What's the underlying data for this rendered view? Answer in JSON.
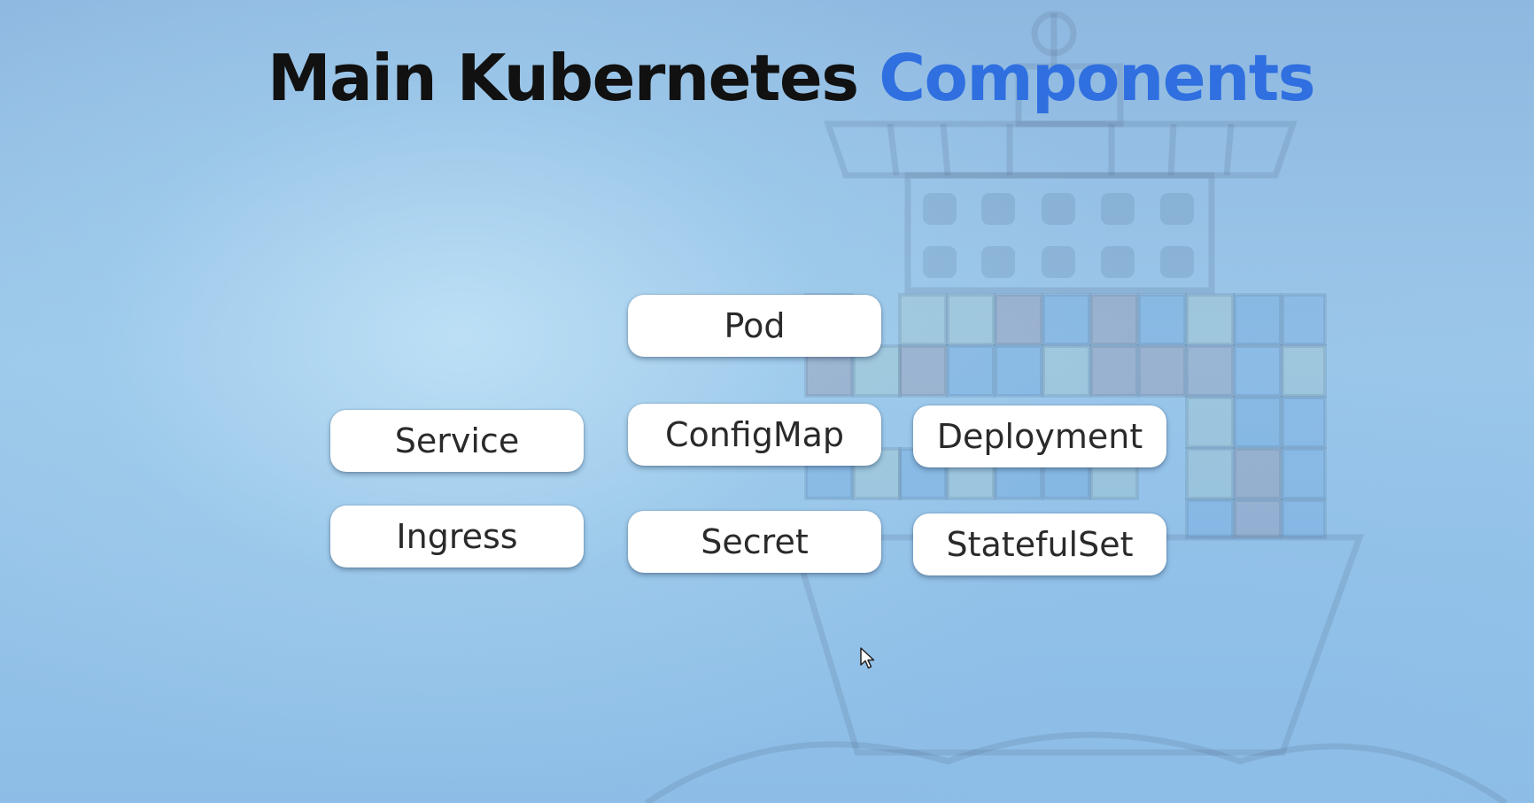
{
  "slide": {
    "title_main": "Main Kubernetes",
    "title_accent": "Components",
    "accent_color": "#2f6fe0"
  },
  "components": {
    "pod": "Pod",
    "service": "Service",
    "configmap": "ConfigMap",
    "deployment": "Deployment",
    "ingress": "Ingress",
    "secret": "Secret",
    "statefulset": "StatefulSet"
  },
  "decorations": {
    "background_illustration": "container-ship-icon",
    "pointer": "mouse-cursor-icon"
  }
}
